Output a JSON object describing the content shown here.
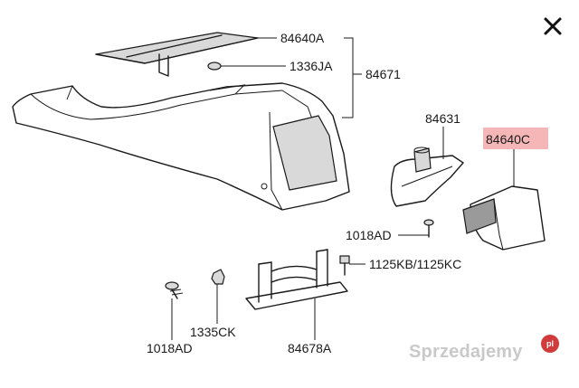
{
  "labels": {
    "p84640A": "84640A",
    "p1336JA": "1336JA",
    "p84671": "84671",
    "p84631": "84631",
    "p84640C": "84640C",
    "p1018AD_right": "1018AD",
    "p1125": "1125KB/1125KC",
    "p1018AD_left": "1018AD",
    "p1335CK": "1335CK",
    "p84678A": "84678A"
  },
  "watermark": {
    "text": "Sprzedajemy",
    "badge": "pl"
  },
  "colors": {
    "highlight": "#f4b6b6",
    "ink": "#1a1a1a",
    "watermark": "#c9c9c9",
    "badge": "#d23b3b"
  }
}
